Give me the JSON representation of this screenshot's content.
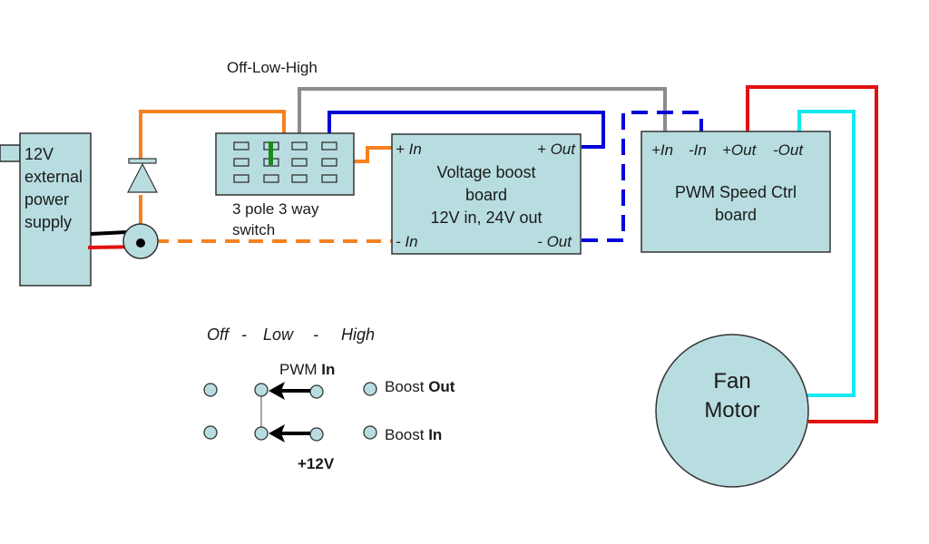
{
  "title_label": "Off-Low-High",
  "colors": {
    "component_fill": "#b8dde0",
    "stroke": "#333333",
    "orange": "#f5821f",
    "gray": "#8c8c8c",
    "blue": "#0000d8",
    "red": "#e31010",
    "cyan": "#16e8f0",
    "black": "#000000",
    "green": "#1a8a1a"
  },
  "power_supply": {
    "lines": [
      "12V",
      "external",
      "power",
      "supply"
    ]
  },
  "switch": {
    "label_lines": [
      "3 pole 3 way",
      "switch"
    ]
  },
  "boost_board": {
    "plus_in": "+ In",
    "plus_out": "+ Out",
    "minus_in": "- In",
    "minus_out": "- Out",
    "lines": [
      "Voltage boost",
      "board",
      "12V in, 24V out"
    ]
  },
  "pwm_board": {
    "terminals": [
      "+In",
      "-In",
      "+Out",
      "-Out"
    ],
    "lines": [
      "PWM Speed Ctrl",
      "board"
    ]
  },
  "fan_motor": {
    "lines": [
      "Fan",
      "Motor"
    ]
  },
  "legend": {
    "positions": [
      "Off",
      "-",
      "Low",
      "-",
      "High"
    ],
    "pwm_in_prefix": "PWM ",
    "pwm_in_bold": "In",
    "boost_out_prefix": "Boost ",
    "boost_out_bold": "Out",
    "boost_in_prefix": "Boost ",
    "boost_in_bold": "In",
    "plus12v": "+12V"
  }
}
